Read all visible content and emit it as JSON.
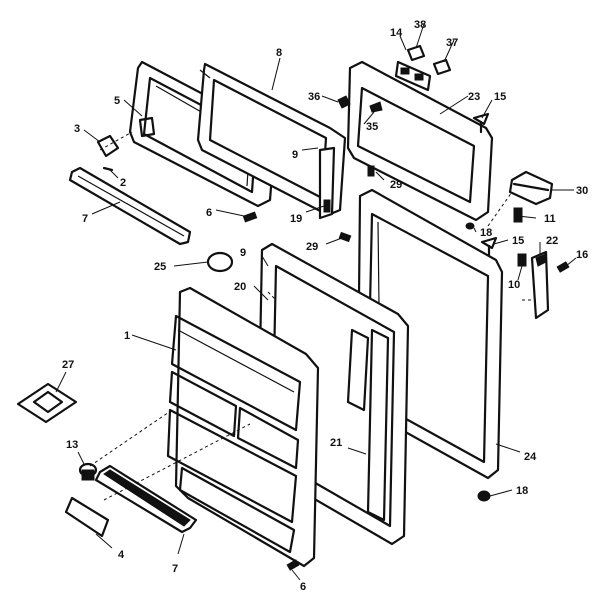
{
  "labels": {
    "l1": "1",
    "l2": "2",
    "l3": "3",
    "l4": "4",
    "l5": "5",
    "l6a": "6",
    "l6b": "6",
    "l7a": "7",
    "l7b": "7",
    "l8": "8",
    "l9a": "9",
    "l9b": "9",
    "l10": "10",
    "l11": "11",
    "l13": "13",
    "l14": "14",
    "l15a": "15",
    "l15b": "15",
    "l16": "16",
    "l18a": "18",
    "l18b": "18",
    "l19": "19",
    "l20": "20",
    "l21": "21",
    "l22": "22",
    "l23": "23",
    "l24": "24",
    "l25": "25",
    "l27": "27",
    "l29a": "29",
    "l29b": "29",
    "l30": "30",
    "l35": "35",
    "l36": "36",
    "l37": "37",
    "l38": "38"
  }
}
